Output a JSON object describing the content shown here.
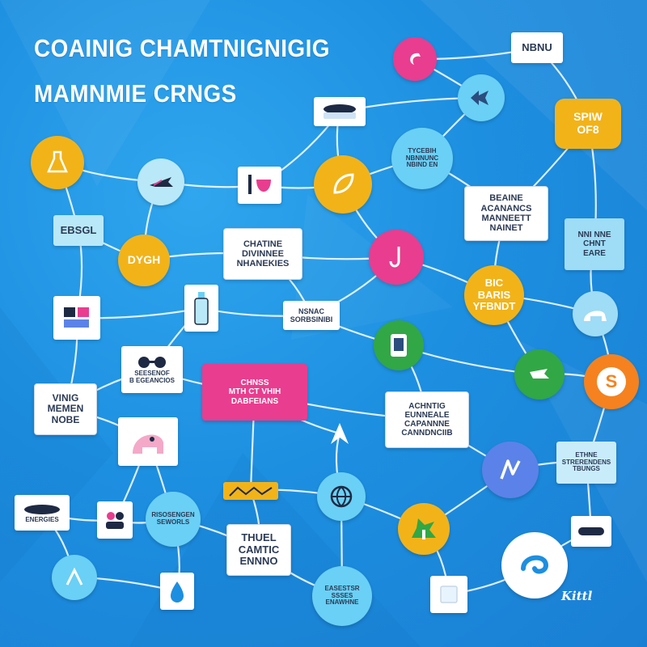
{
  "title": {
    "line1": "COAINIG CHAMTNIGNIGIG",
    "line2": "MAMNMIE CRNGS"
  },
  "watermark": "Kittl",
  "colors": {
    "background": "#1d8fe0",
    "yellow": "#f2b319",
    "pink": "#e93d8f",
    "light_blue": "#6ad0f5",
    "card_white": "#ffffff",
    "green": "#31a745",
    "orange": "#f5821f",
    "purple_blue": "#5b82e8"
  },
  "nodes": [
    {
      "id": "n-pink-top",
      "label": "",
      "icon": "bird-icon"
    },
    {
      "id": "n-nbnu",
      "label": "NBNU",
      "icon": ""
    },
    {
      "id": "n-fish-top",
      "label": "",
      "icon": "fish-icon"
    },
    {
      "id": "n-dish-top",
      "label": "",
      "icon": "dish-icon"
    },
    {
      "id": "n-spiw",
      "label": "SPIW\nOF8",
      "icon": ""
    },
    {
      "id": "n-yellow-left",
      "label": "",
      "icon": "flask-icon"
    },
    {
      "id": "n-lightblue-tl",
      "label": "",
      "icon": "plane-icon"
    },
    {
      "id": "n-cup",
      "label": "",
      "icon": "cup-icon"
    },
    {
      "id": "n-yellow-center",
      "label": "",
      "icon": "leaf-icon"
    },
    {
      "id": "n-lightblue-center",
      "label": "TYCEBIH\nNBNNUNC\nNBIND EN",
      "icon": ""
    },
    {
      "id": "n-ebsgl",
      "label": "EBSGL",
      "icon": ""
    },
    {
      "id": "n-yellow-mid-left",
      "label": "DYGH",
      "icon": ""
    },
    {
      "id": "n-chatine",
      "label": "CHATINE\nDIVINNEE\nNHANEKIES",
      "icon": ""
    },
    {
      "id": "n-beaine",
      "label": "BEAINE\nACANANCS\nMANNEETT\nNAINET",
      "icon": ""
    },
    {
      "id": "n-pink-center",
      "label": "",
      "icon": "hook-icon"
    },
    {
      "id": "n-lightblue-right",
      "label": "NNI NNE\nCHNT\nEARE",
      "icon": ""
    },
    {
      "id": "n-picture-left",
      "label": "",
      "icon": "photo-icon"
    },
    {
      "id": "n-bottle",
      "label": "",
      "icon": "bottle-icon"
    },
    {
      "id": "n-snac",
      "label": "NSNAC\nSORBSINIBI",
      "icon": ""
    },
    {
      "id": "n-baris",
      "label": "BIC\nBARIS\nYFBNDT",
      "icon": ""
    },
    {
      "id": "n-elephant",
      "label": "",
      "icon": "elephant-icon"
    },
    {
      "id": "n-glasses",
      "label": "SEESENOF\nB EGEANCIOS",
      "icon": "glasses-icon"
    },
    {
      "id": "n-green-center",
      "label": "",
      "icon": "tablet-icon"
    },
    {
      "id": "n-green-right",
      "label": "",
      "icon": "hand-icon"
    },
    {
      "id": "n-orange",
      "label": "S",
      "icon": ""
    },
    {
      "id": "n-vinig",
      "label": "VINIG\nMEMEN\nNOBE",
      "icon": ""
    },
    {
      "id": "n-pink-card",
      "label": "CHNSS\nMTH CT VHIH\nDABFEIANS",
      "icon": ""
    },
    {
      "id": "n-achntig",
      "label": "ACHNTIG\nEUNNEALE\nCAPANNNE\nCANNDNCIIB",
      "icon": ""
    },
    {
      "id": "n-arrow",
      "label": "",
      "icon": "arrow-up-icon"
    },
    {
      "id": "n-elephant-pink",
      "label": "",
      "icon": "elephant-icon"
    },
    {
      "id": "n-purple",
      "label": "",
      "icon": "leaf-icon"
    },
    {
      "id": "n-ethne",
      "label": "ETHNE\nSTRERENDENS\nTBUNGS",
      "icon": ""
    },
    {
      "id": "n-flag",
      "label": "",
      "icon": "flag-icon"
    },
    {
      "id": "n-dish-left",
      "label": "ENERGIES",
      "icon": "dish-icon"
    },
    {
      "id": "n-people",
      "label": "",
      "icon": "people-icon"
    },
    {
      "id": "n-lightblue-bottom",
      "label": "RISOSENGEN\nSEWORLS",
      "icon": ""
    },
    {
      "id": "n-globe",
      "label": "",
      "icon": "globe-icon"
    },
    {
      "id": "n-yellow-bottom",
      "label": "",
      "icon": "tree-icon"
    },
    {
      "id": "n-thuel",
      "label": "THUEL\nCAMTIC\nENNNO",
      "icon": ""
    },
    {
      "id": "n-pills",
      "label": "",
      "icon": "pills-icon"
    },
    {
      "id": "n-wave",
      "label": "",
      "icon": "wave-icon"
    },
    {
      "id": "n-lightblue-bl",
      "label": "",
      "icon": "leaf-icon"
    },
    {
      "id": "n-drop",
      "label": "",
      "icon": "drop-icon"
    },
    {
      "id": "n-lightblue-bottom2",
      "label": "EASESTSR\nSSSES\nENAWHNE",
      "icon": ""
    },
    {
      "id": "n-card-bottom",
      "label": "",
      "icon": "card-icon"
    }
  ]
}
